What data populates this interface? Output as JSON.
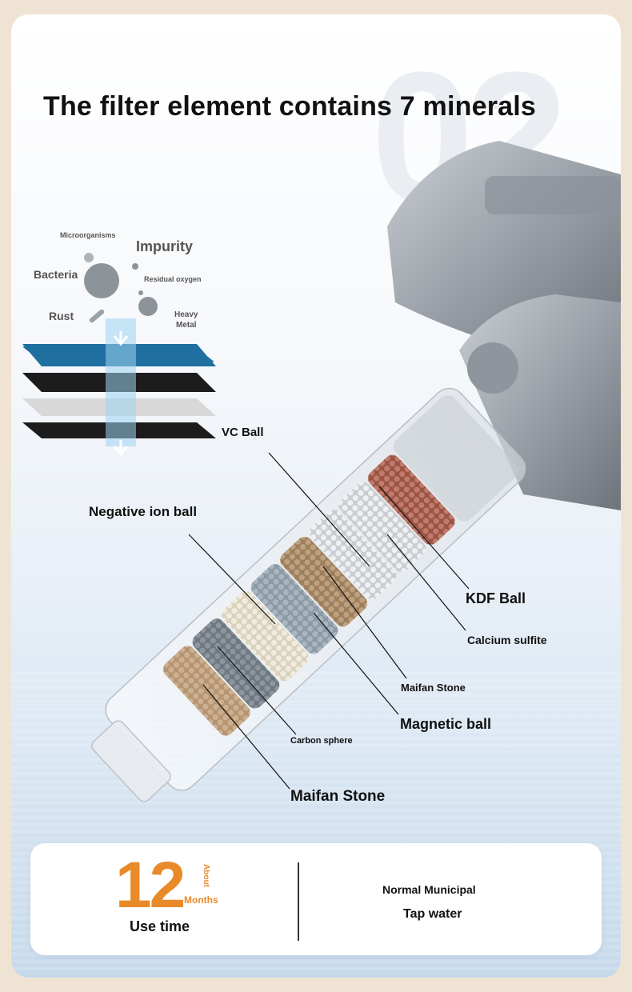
{
  "watermark": "02",
  "title": "The filter element contains 7 minerals",
  "contaminants": {
    "microorganisms": "Microorganisms",
    "impurity": "Impurity",
    "bacteria": "Bacteria",
    "residual_oxygen": "Residual oxygen",
    "rust": "Rust",
    "heavy_metal_1": "Heavy",
    "heavy_metal_2": "Metal"
  },
  "minerals": {
    "vc_ball": "VC Ball",
    "negative_ion_ball": "Negative ion ball",
    "kdf_ball": "KDF Ball",
    "calcium_sulfite": "Calcium sulfite",
    "maifan_stone_small": "Maifan Stone",
    "magnetic_ball": "Magnetic ball",
    "carbon_sphere": "Carbon sphere",
    "maifan_stone_large": "Maifan Stone"
  },
  "usage": {
    "number": "12",
    "about": "About",
    "unit": "Months",
    "label": "Use time",
    "water_line1": "Normal Municipal",
    "water_line2": "Tap water"
  },
  "colors": {
    "accent": "#e98a2a",
    "layer_blue": "#1f6fa0",
    "layer_black": "#1c1c1c"
  }
}
